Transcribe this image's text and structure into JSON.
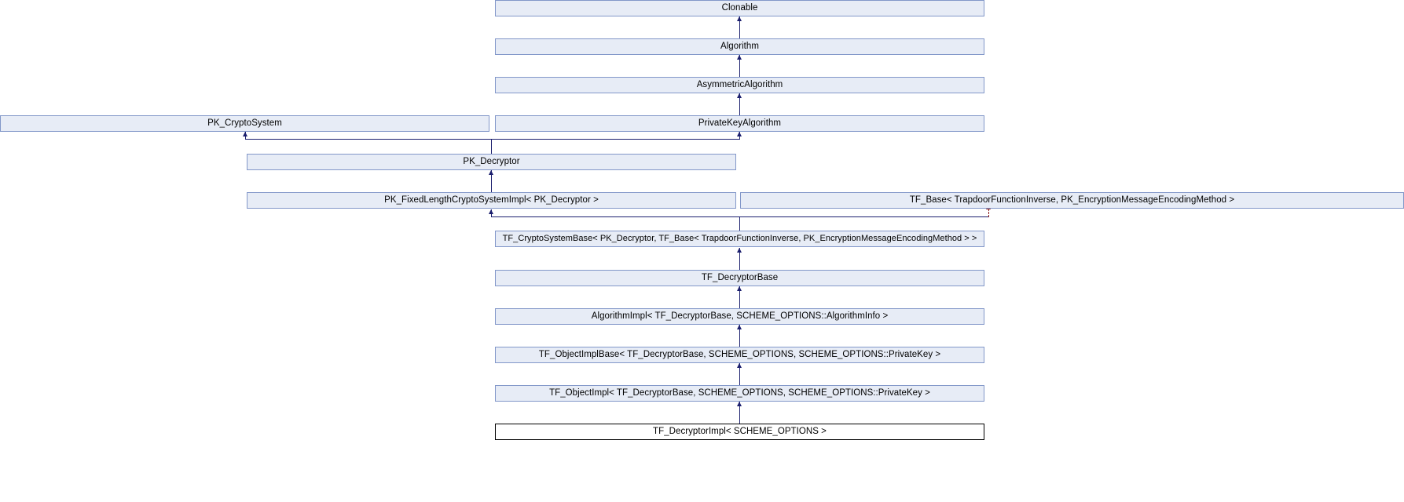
{
  "diagram": {
    "kind": "class-inheritance-graph",
    "colors": {
      "node_fill": "#e7ecf6",
      "node_border": "#8297c9",
      "current_fill": "#ffffff",
      "current_border": "#000000",
      "inheritance_edge": "#1b1f6e",
      "template_edge": "#8b1a1a",
      "background": "#ffffff"
    },
    "nodes": [
      {
        "id": "clonable",
        "label": "Clonable"
      },
      {
        "id": "algorithm",
        "label": "Algorithm"
      },
      {
        "id": "asymmetric-algorithm",
        "label": "AsymmetricAlgorithm"
      },
      {
        "id": "pk-cryptosystem",
        "label": "PK_CryptoSystem"
      },
      {
        "id": "privatekey-algorithm",
        "label": "PrivateKeyAlgorithm"
      },
      {
        "id": "pk-decryptor",
        "label": "PK_Decryptor"
      },
      {
        "id": "pk-fixedlength",
        "label": "PK_FixedLengthCryptoSystemImpl< PK_Decryptor >"
      },
      {
        "id": "tf-base",
        "label": "TF_Base< TrapdoorFunctionInverse, PK_EncryptionMessageEncodingMethod >"
      },
      {
        "id": "tf-cryptosystembase",
        "label": "TF_CryptoSystemBase< PK_Decryptor, TF_Base< TrapdoorFunctionInverse, PK_EncryptionMessageEncodingMethod > >"
      },
      {
        "id": "tf-decryptorbase",
        "label": "TF_DecryptorBase"
      },
      {
        "id": "algorithmimpl",
        "label": "AlgorithmImpl< TF_DecryptorBase, SCHEME_OPTIONS::AlgorithmInfo >"
      },
      {
        "id": "tf-objectimplbase",
        "label": "TF_ObjectImplBase< TF_DecryptorBase, SCHEME_OPTIONS, SCHEME_OPTIONS::PrivateKey >"
      },
      {
        "id": "tf-objectimpl",
        "label": "TF_ObjectImpl< TF_DecryptorBase, SCHEME_OPTIONS, SCHEME_OPTIONS::PrivateKey >"
      },
      {
        "id": "tf-decryptorimpl",
        "label": "TF_DecryptorImpl< SCHEME_OPTIONS >"
      }
    ],
    "edges": [
      {
        "from": "algorithm",
        "to": "clonable",
        "style": "solid"
      },
      {
        "from": "asymmetric-algorithm",
        "to": "algorithm",
        "style": "solid"
      },
      {
        "from": "privatekey-algorithm",
        "to": "asymmetric-algorithm",
        "style": "solid"
      },
      {
        "from": "pk-decryptor",
        "to": "pk-cryptosystem",
        "style": "solid"
      },
      {
        "from": "pk-decryptor",
        "to": "privatekey-algorithm",
        "style": "solid"
      },
      {
        "from": "pk-fixedlength",
        "to": "pk-decryptor",
        "style": "solid"
      },
      {
        "from": "tf-cryptosystembase",
        "to": "pk-fixedlength",
        "style": "solid"
      },
      {
        "from": "tf-cryptosystembase",
        "to": "tf-base",
        "style": "dashed"
      },
      {
        "from": "tf-decryptorbase",
        "to": "tf-cryptosystembase",
        "style": "solid"
      },
      {
        "from": "algorithmimpl",
        "to": "tf-decryptorbase",
        "style": "solid"
      },
      {
        "from": "tf-objectimplbase",
        "to": "algorithmimpl",
        "style": "solid"
      },
      {
        "from": "tf-objectimpl",
        "to": "tf-objectimplbase",
        "style": "solid"
      },
      {
        "from": "tf-decryptorimpl",
        "to": "tf-objectimpl",
        "style": "solid"
      }
    ]
  }
}
